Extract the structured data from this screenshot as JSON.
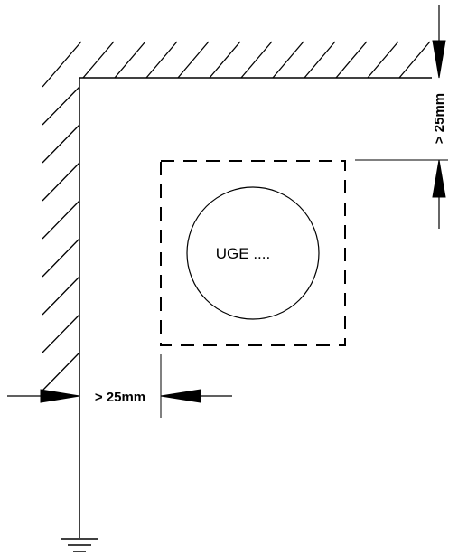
{
  "labels": {
    "device": "UGE ....",
    "clearance_left": "> 25mm",
    "clearance_top": "> 25mm"
  },
  "icons": [
    "ground-icon",
    "arrow-icon"
  ],
  "colors": {
    "stroke": "#000000",
    "background": "#ffffff"
  }
}
